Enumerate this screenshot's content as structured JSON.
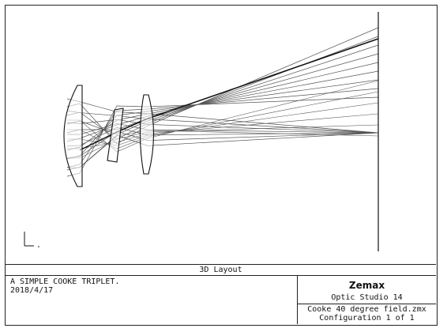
{
  "layout_title": "3D Layout",
  "description": {
    "line1": "A SIMPLE COOKE TRIPLET.",
    "line2": "2018/4/17"
  },
  "brand": {
    "name": "Zemax",
    "product": "Optic Studio 14"
  },
  "file": {
    "name": "Cooke 40 degree field.zmx",
    "configuration": "Configuration 1 of 1"
  },
  "colors": {
    "ray": "#555555",
    "ray_chief": "#111111",
    "lens": "#111111",
    "border": "#222222"
  }
}
